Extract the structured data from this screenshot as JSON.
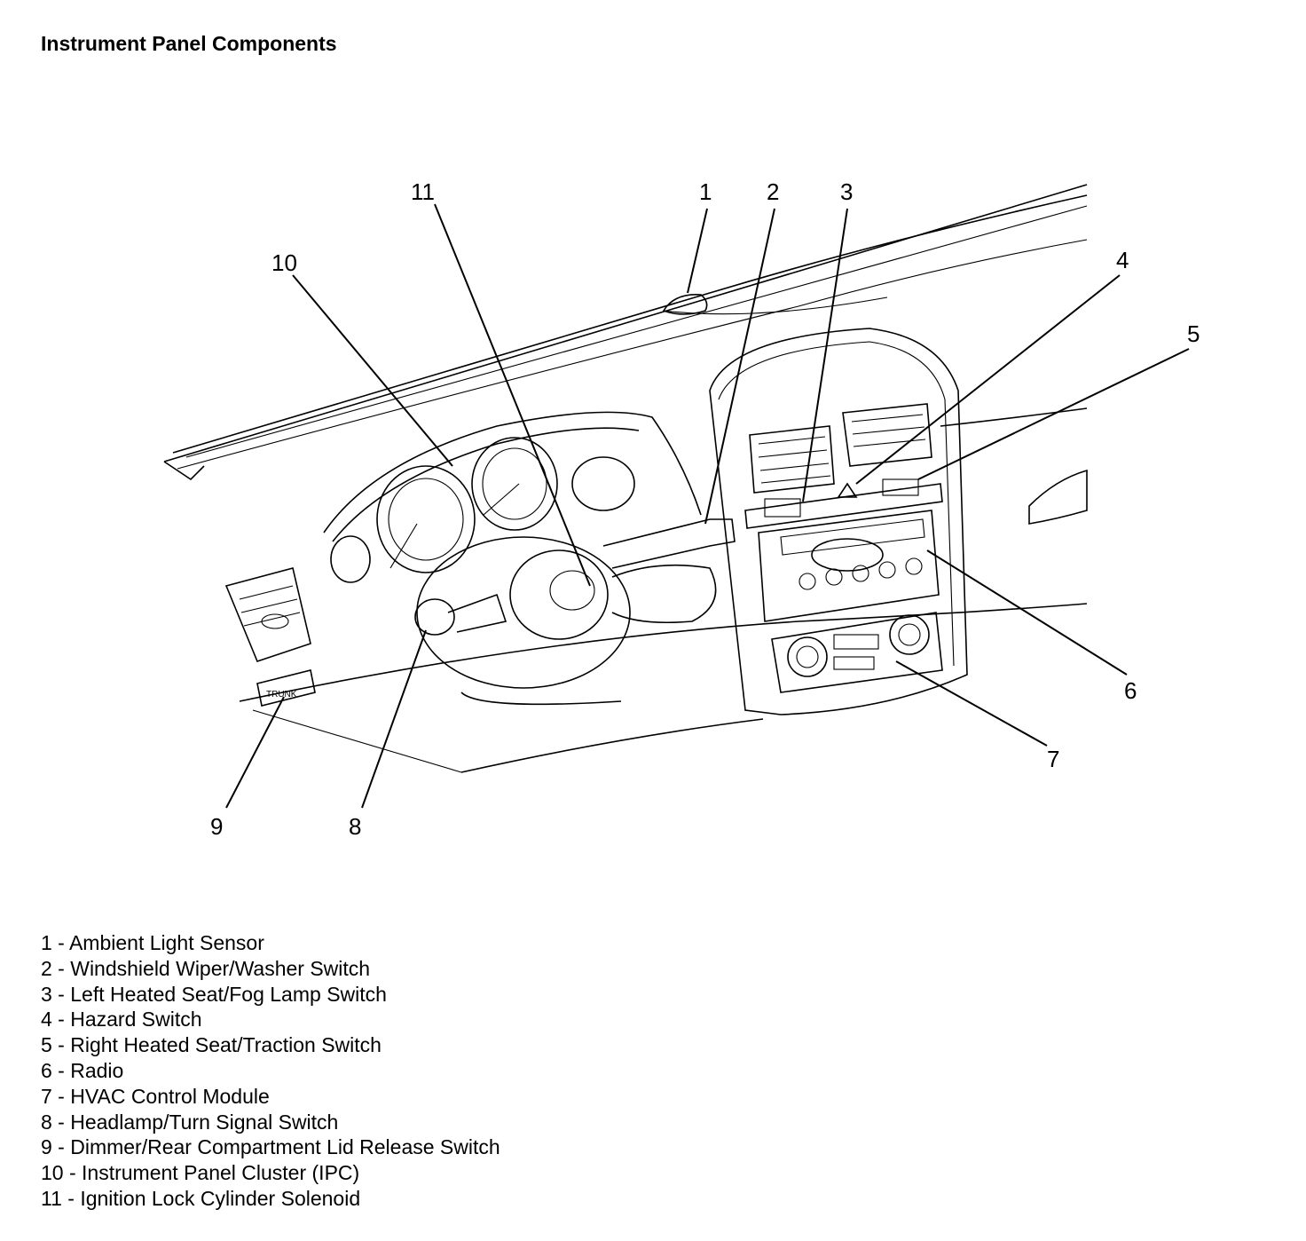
{
  "title": "Instrument Panel Components",
  "callouts": [
    "1",
    "2",
    "3",
    "4",
    "5",
    "6",
    "7",
    "8",
    "9",
    "10",
    "11"
  ],
  "switch_label": "TRUNK",
  "legend": [
    "1 - Ambient Light Sensor",
    "2 - Windshield Wiper/Washer Switch",
    "3 - Left Heated Seat/Fog Lamp Switch",
    "4 - Hazard Switch",
    "5 - Right Heated Seat/Traction Switch",
    "6 - Radio",
    "7 - HVAC Control Module",
    "8 - Headlamp/Turn Signal Switch",
    "9 - Dimmer/Rear Compartment Lid Release Switch",
    "10 - Instrument Panel Cluster (IPC)",
    "11 - Ignition Lock Cylinder Solenoid"
  ]
}
